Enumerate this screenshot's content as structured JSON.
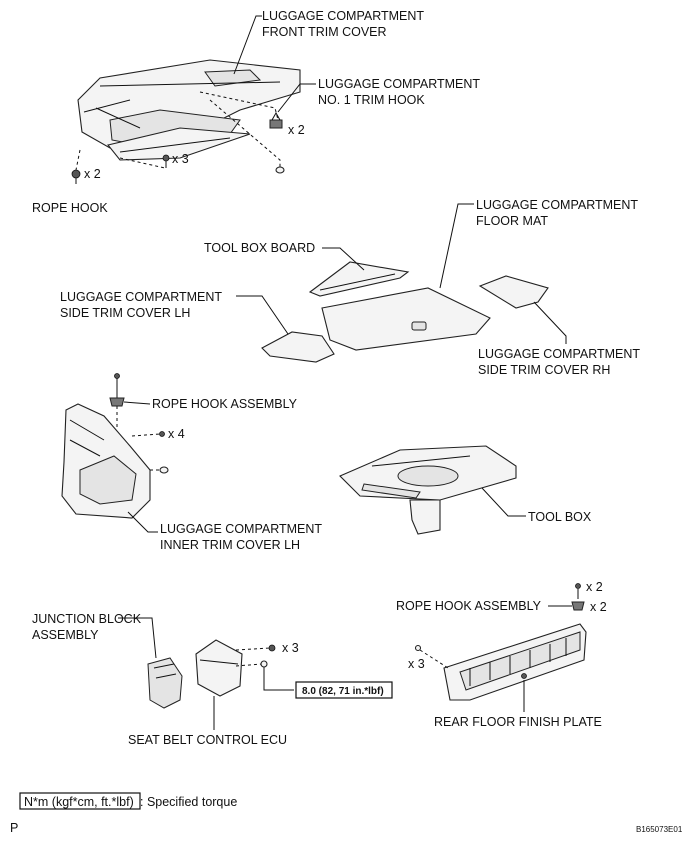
{
  "labels": {
    "front_trim_cover_1": "LUGGAGE COMPARTMENT",
    "front_trim_cover_2": "FRONT TRIM COVER",
    "trim_hook_1": "LUGGAGE COMPARTMENT",
    "trim_hook_2": "NO. 1 TRIM HOOK",
    "rope_hook": "ROPE HOOK",
    "floor_mat_1": "LUGGAGE COMPARTMENT",
    "floor_mat_2": "FLOOR MAT",
    "tool_box_board": "TOOL BOX BOARD",
    "side_trim_lh_1": "LUGGAGE COMPARTMENT",
    "side_trim_lh_2": "SIDE TRIM COVER LH",
    "side_trim_rh_1": "LUGGAGE COMPARTMENT",
    "side_trim_rh_2": "SIDE TRIM COVER RH",
    "rope_hook_assembly_upper": "ROPE HOOK ASSEMBLY",
    "tool_box": "TOOL BOX",
    "inner_trim_lh_1": "LUGGAGE COMPARTMENT",
    "inner_trim_lh_2": "INNER TRIM COVER LH",
    "junction_block_1": "JUNCTION BLOCK",
    "junction_block_2": "ASSEMBLY",
    "seat_belt_ecu": "SEAT BELT CONTROL ECU",
    "rope_hook_assembly_lower": "ROPE HOOK ASSEMBLY",
    "rear_floor_plate": "REAR FLOOR FINISH PLATE"
  },
  "quantities": {
    "trim_hook": "x 2",
    "front_cover_clips": "x 3",
    "rope_hook": "x 2",
    "inner_trim_clips": "x 4",
    "ecu_nuts": "x 3",
    "rope_hook_lower_bolts": "x 2",
    "rope_hook_lower_hooks": "x 2",
    "rear_plate_clips": "x 3"
  },
  "torque": "8.0 (82, 71 in.*lbf)",
  "legend": {
    "unit_box": "N*m (kgf*cm, ft.*lbf)",
    "text": ": Specified torque"
  },
  "footer": {
    "page_marker": "P",
    "figure_id": "B165073E01"
  }
}
